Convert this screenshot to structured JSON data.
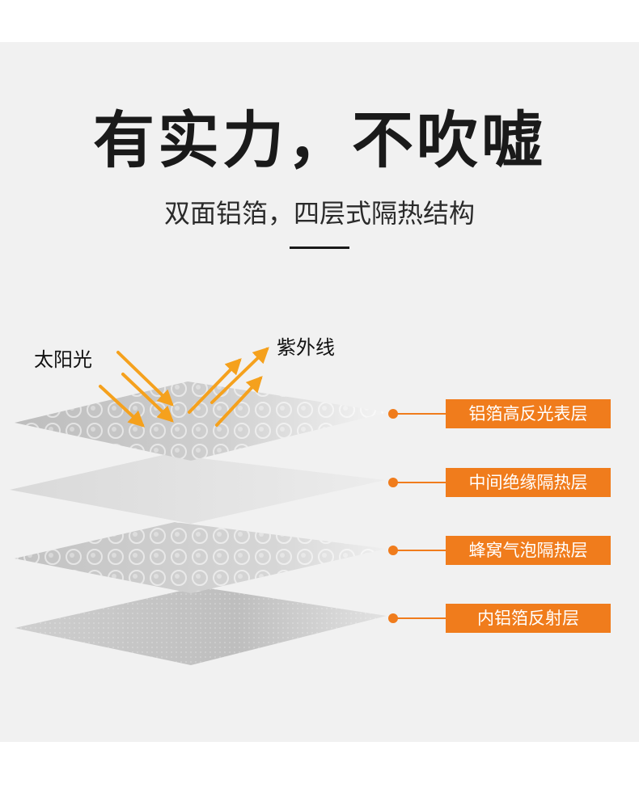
{
  "title": "有实力，不吹嘘",
  "subtitle": "双面铝箔，四层式隔热结构",
  "labels": {
    "sunlight": "太阳光",
    "uv": "紫外线"
  },
  "layers": [
    {
      "label": "铝箔高反光表层"
    },
    {
      "label": "中间绝缘隔热层"
    },
    {
      "label": "蜂窝气泡隔热层"
    },
    {
      "label": "内铝箔反射层"
    }
  ],
  "colors": {
    "accent": "#f07c1c",
    "background": "#f1f1f1",
    "text": "#1a1a1a"
  }
}
